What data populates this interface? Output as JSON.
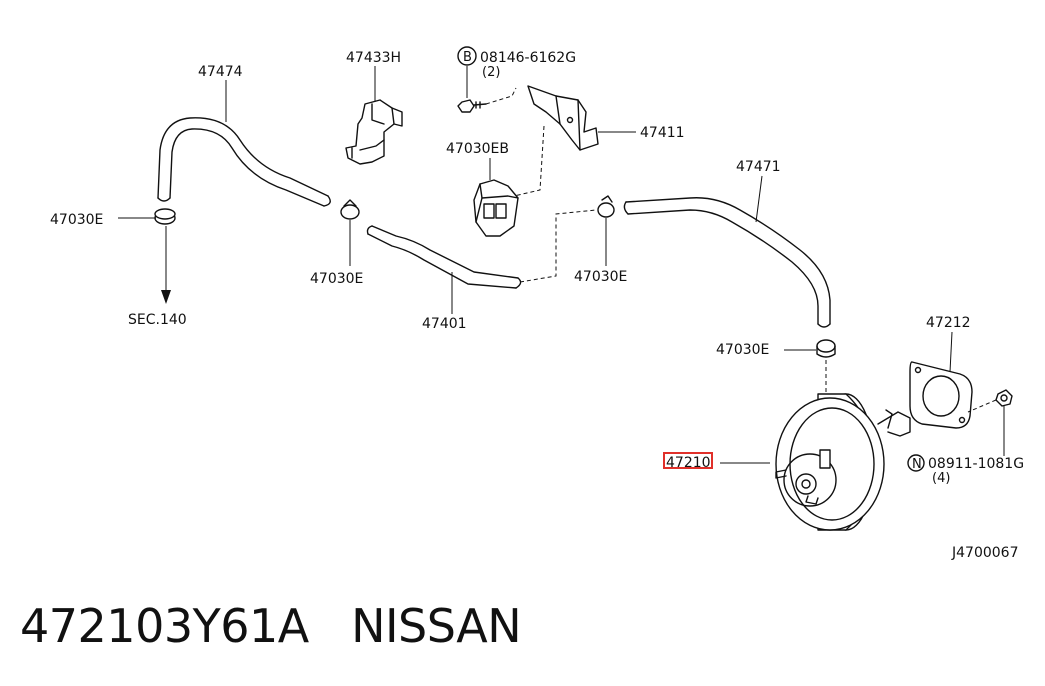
{
  "labels": {
    "p47474": "47474",
    "p47433H": "47433H",
    "b_symbol": "B",
    "p08146": "08146-6162G",
    "p08146_qty": "(2)",
    "p47411": "47411",
    "p47030EB": "47030EB",
    "p47471": "47471",
    "p47030E_left": "47030E",
    "p47030E_mid": "47030E",
    "p47030E_right": "47030E",
    "p47030E_lower": "47030E",
    "sec140": "SEC.140",
    "p47401": "47401",
    "p47212": "47212",
    "p47210": "47210",
    "n_symbol": "N",
    "p08911": "08911-1081G",
    "p08911_qty": "(4)",
    "drawing_no": "J4700067"
  },
  "caption": {
    "part_number": "472103Y61A",
    "brand": "NISSAN"
  },
  "colors": {
    "line": "#111111",
    "highlight": "#e0302a"
  }
}
